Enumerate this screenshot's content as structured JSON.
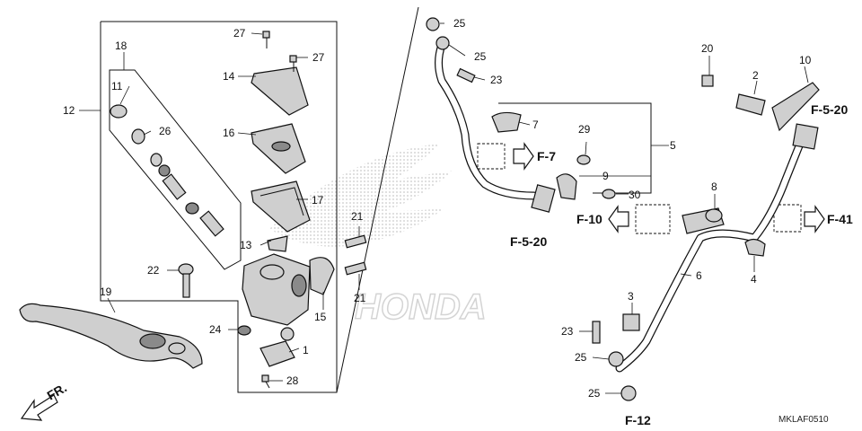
{
  "diagram": {
    "callouts": {
      "c1": "1",
      "c2": "2",
      "c3": "3",
      "c4": "4",
      "c5": "5",
      "c6": "6",
      "c7": "7",
      "c8": "8",
      "c9": "9",
      "c10": "10",
      "c11": "11",
      "c12": "12",
      "c13": "13",
      "c14": "14",
      "c15": "15",
      "c16": "16",
      "c17": "17",
      "c18": "18",
      "c19": "19",
      "c20": "20",
      "c21a": "21",
      "c21b": "21",
      "c22": "22",
      "c23a": "23",
      "c23b": "23",
      "c24": "24",
      "c25a": "25",
      "c25b": "25",
      "c25c": "25",
      "c25d": "25",
      "c26": "26",
      "c27a": "27",
      "c27b": "27",
      "c28": "28",
      "c29": "29",
      "c30": "30"
    },
    "references": {
      "f7": "F-7",
      "f10": "F-10",
      "f41": "F-41",
      "f520_left": "F-5-20",
      "f520_right": "F-5-20",
      "f12": "F-12"
    },
    "front_marker": "FR.",
    "watermark": "HONDA",
    "diagram_code": "MKLAF0510",
    "colors": {
      "ink": "#111111",
      "part_fill": "#cfcfcf",
      "watermark": "#d8d8d8"
    }
  }
}
